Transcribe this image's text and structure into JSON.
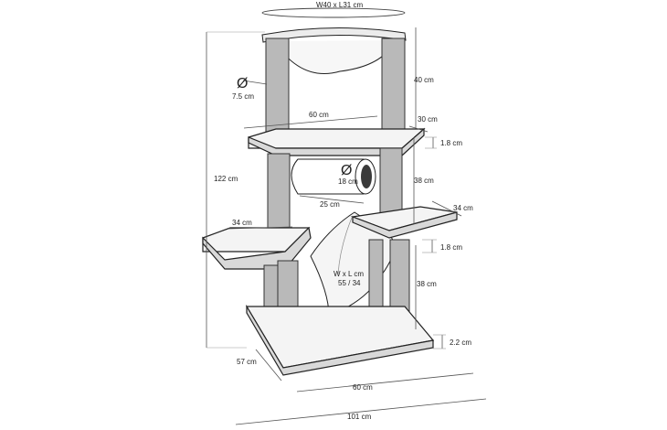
{
  "diagram": {
    "title": "Cat tree dimensions",
    "dims": {
      "hammock_top": "W40 x L31 cm",
      "post_diameter_symbol": "Ø",
      "post_diameter": "7.5 cm",
      "top_post_height": "40 cm",
      "top_width": "60 cm",
      "top_depth": "30 cm",
      "top_thickness": "1.8 cm",
      "tube_symbol": "Ø",
      "tube_diameter": "18 cm",
      "tube_length": "25 cm",
      "mid_post_height": "38 cm",
      "total_height": "122 cm",
      "left_plat_width": "34 cm",
      "right_plat_width": "34 cm",
      "right_plat_thickness": "1.8 cm",
      "hammock_low": "W x L cm",
      "hammock_low_vals": "55 / 34",
      "low_post_height": "38 cm",
      "base_thickness": "2.2 cm",
      "base_depth": "57 cm",
      "base_width": "60 cm",
      "total_width": "101 cm"
    }
  }
}
